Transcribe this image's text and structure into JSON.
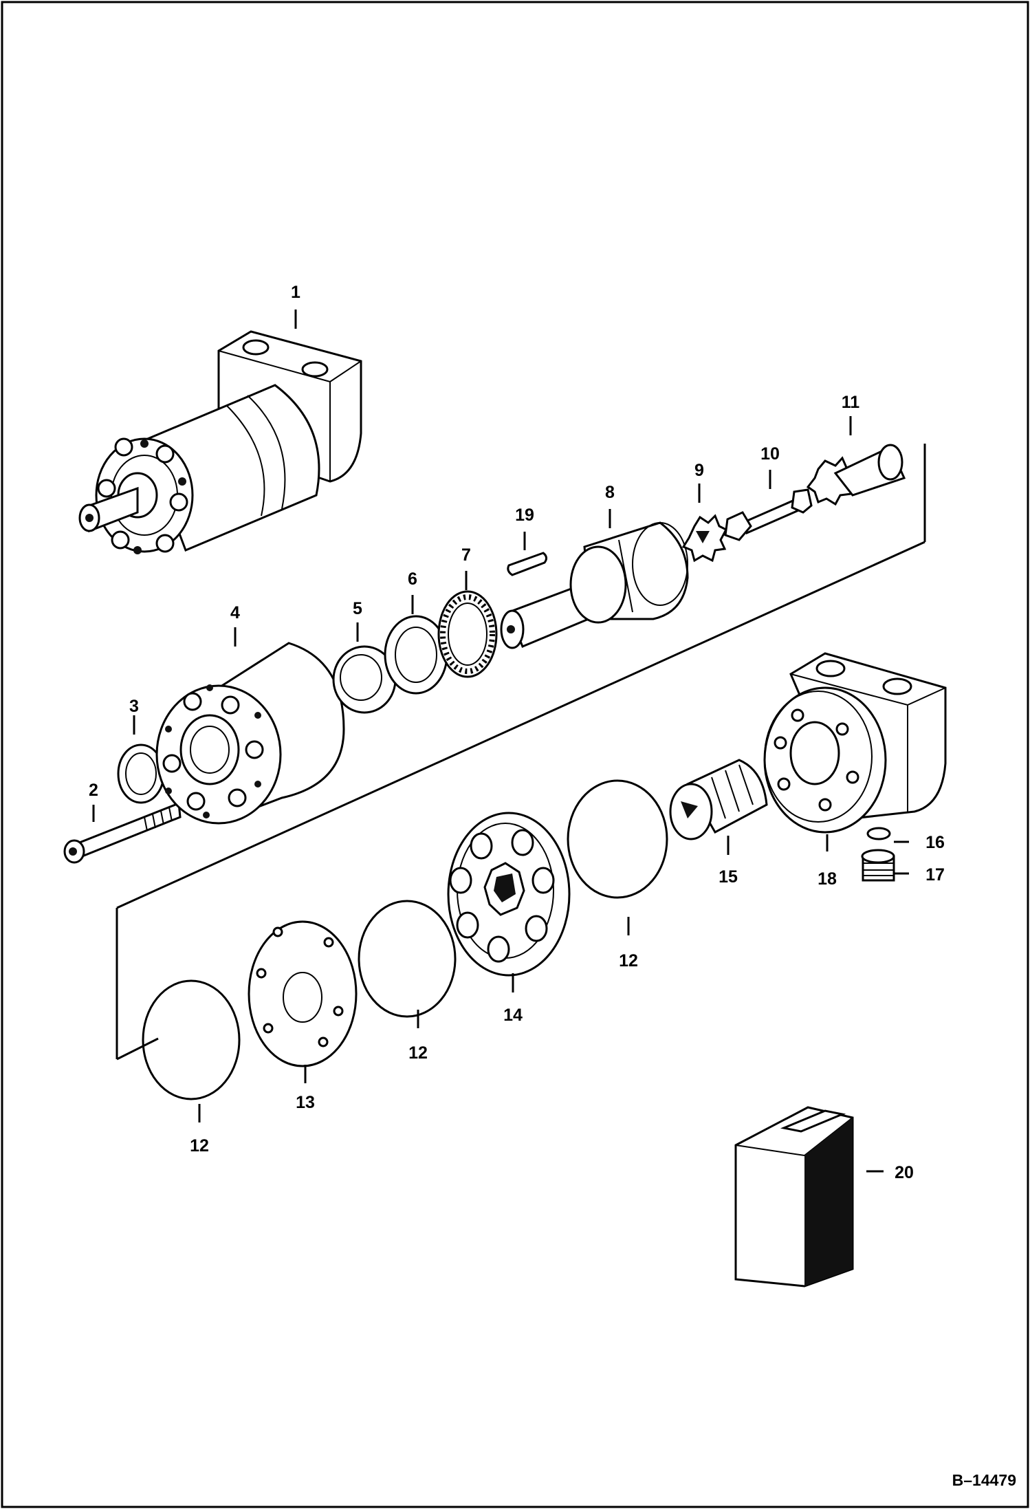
{
  "callouts": [
    {
      "id": "p1",
      "text": "1"
    },
    {
      "id": "p2",
      "text": "2"
    },
    {
      "id": "p3",
      "text": "3"
    },
    {
      "id": "p4",
      "text": "4"
    },
    {
      "id": "p5",
      "text": "5"
    },
    {
      "id": "p6",
      "text": "6"
    },
    {
      "id": "p7",
      "text": "7"
    },
    {
      "id": "p8",
      "text": "8"
    },
    {
      "id": "p9",
      "text": "9"
    },
    {
      "id": "p10",
      "text": "10"
    },
    {
      "id": "p11",
      "text": "11"
    },
    {
      "id": "p12a",
      "text": "12"
    },
    {
      "id": "p12b",
      "text": "12"
    },
    {
      "id": "p12c",
      "text": "12"
    },
    {
      "id": "p13",
      "text": "13"
    },
    {
      "id": "p14",
      "text": "14"
    },
    {
      "id": "p15",
      "text": "15"
    },
    {
      "id": "p16",
      "text": "16"
    },
    {
      "id": "p17",
      "text": "17"
    },
    {
      "id": "p18",
      "text": "18"
    },
    {
      "id": "p19",
      "text": "19"
    },
    {
      "id": "p20",
      "text": "20"
    }
  ],
  "figure_ref": "B–14479",
  "colors": {
    "line": "#000000",
    "background": "#ffffff"
  }
}
